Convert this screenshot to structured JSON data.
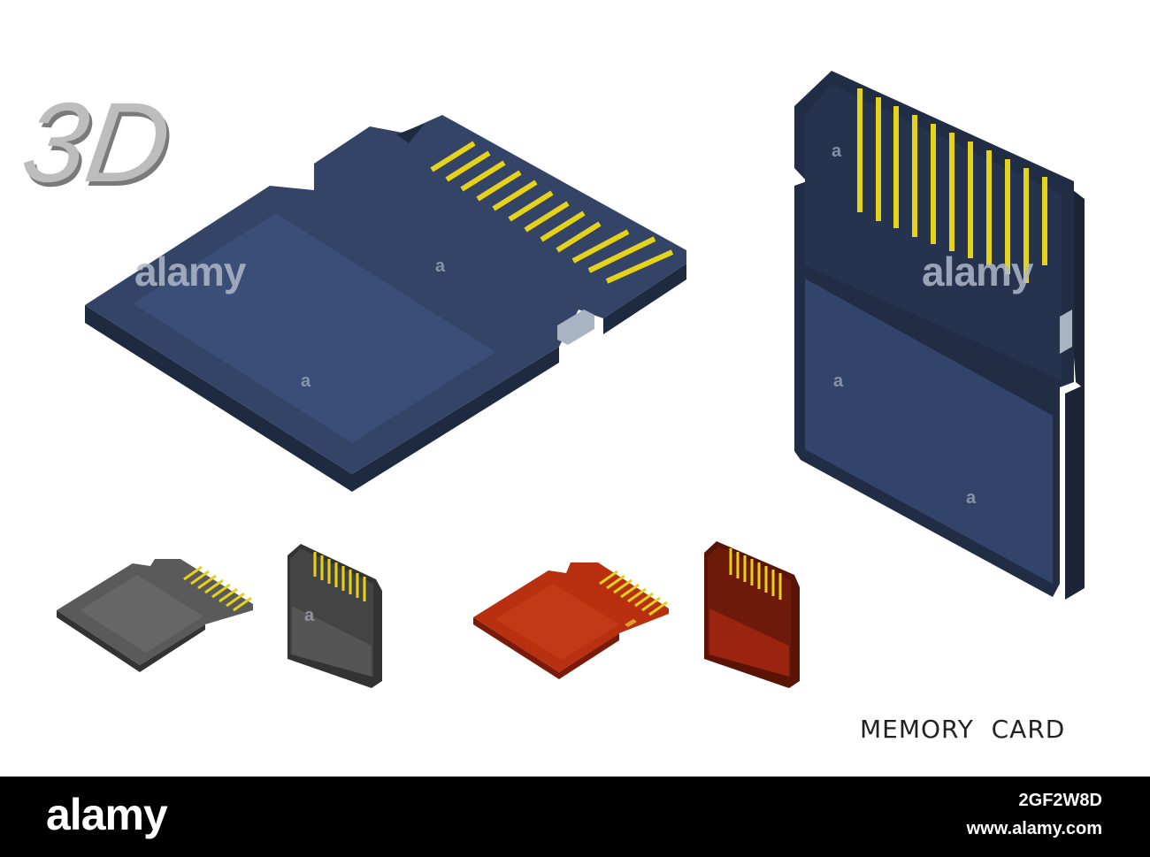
{
  "label_3d": "3D",
  "caption": "MEMORY  CARD",
  "watermark": {
    "brand": "alamy",
    "mark": "a"
  },
  "footer": {
    "brand": "alamy",
    "image_id": "2GF2W8D",
    "url": "www.alamy.com"
  },
  "colors": {
    "card_navy": "#334466",
    "card_navy_dark": "#1e2a40",
    "card_gray": "#555555",
    "card_red": "#b8300f",
    "contacts": "#e6d21a",
    "background": "#ffffff",
    "footer_bg": "#000000"
  },
  "cards": [
    {
      "name": "large-isometric-navy",
      "color": "navy"
    },
    {
      "name": "large-upright-navy",
      "color": "navy"
    },
    {
      "name": "small-isometric-gray",
      "color": "gray"
    },
    {
      "name": "small-upright-gray",
      "color": "gray"
    },
    {
      "name": "small-isometric-red",
      "color": "red"
    },
    {
      "name": "small-upright-red",
      "color": "red"
    }
  ]
}
